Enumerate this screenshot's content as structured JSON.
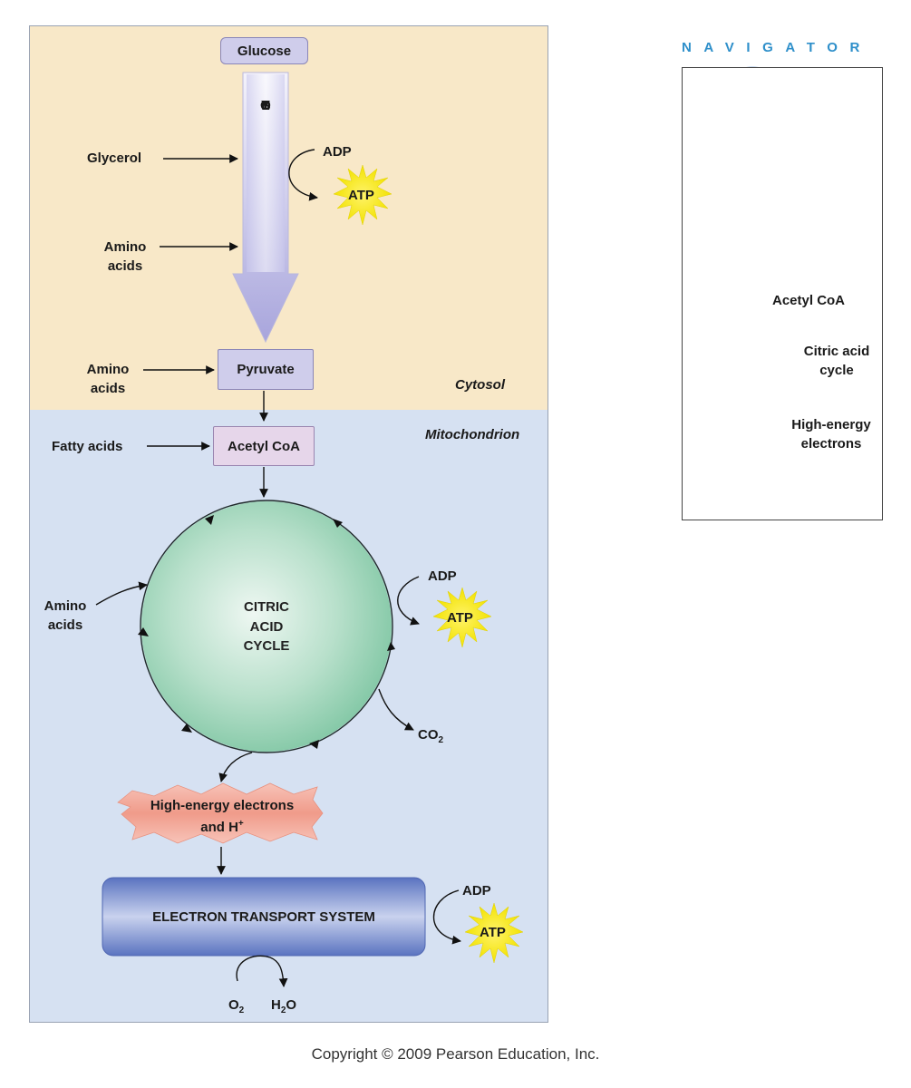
{
  "diagram": {
    "glucose": "Glucose",
    "glycolysis_letters": [
      "G",
      "L",
      "Y",
      "C",
      "O",
      "L",
      "Y",
      "S",
      "I",
      "S"
    ],
    "glycerol": "Glycerol",
    "amino_acids_1": [
      "Amino",
      "acids"
    ],
    "amino_acids_2": [
      "Amino",
      "acids"
    ],
    "amino_acids_3": [
      "Amino",
      "acids"
    ],
    "adp_1": "ADP",
    "atp_1": "ATP",
    "pyruvate": "Pyruvate",
    "cytosol": "Cytosol",
    "mitochondrion": "Mitochondrion",
    "fatty_acids": "Fatty acids",
    "acetyl_coa": "Acetyl CoA",
    "citric_acid_cycle": [
      "CITRIC",
      "ACID",
      "CYCLE"
    ],
    "adp_2": "ADP",
    "atp_2": "ATP",
    "co2": "CO",
    "co2_sub": "2",
    "high_energy": [
      "High-energy electrons",
      "and H"
    ],
    "h_plus": "+",
    "ets": "ELECTRON TRANSPORT SYSTEM",
    "adp_3": "ADP",
    "atp_3": "ATP",
    "o2": "O",
    "o2_sub": "2",
    "h2o_h": "H",
    "h2o_sub": "2",
    "h2o_o": "O"
  },
  "navigator": {
    "title": "NAVIGATOR",
    "acetyl_coa": "Acetyl CoA",
    "citric_acid_cycle": [
      "Citric acid",
      "cycle"
    ],
    "high_energy": [
      "High-energy",
      "electrons"
    ]
  },
  "copyright": "Copyright © 2009 Pearson Education, Inc.",
  "colors": {
    "cytosol_bg": "#f8e8c8",
    "mitochondrion_bg": "#d6e1f2",
    "lavender_box": "#cfcdeb",
    "pink_box": "#e6d6ea",
    "atp_burst": "#f6ef2a",
    "high_energy_burst": "#f0a496",
    "ets_box": "#6d83c6",
    "nav_title": "#2e8fca"
  }
}
